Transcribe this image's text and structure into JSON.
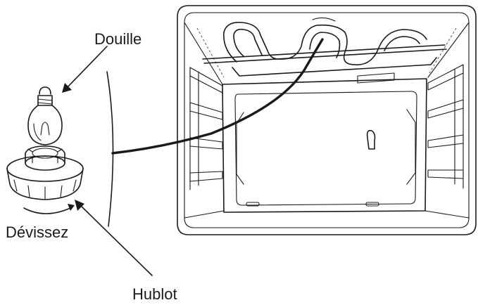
{
  "labels": {
    "socket": "Douille",
    "unscrew": "Dévissez",
    "porthole": "Hublot"
  }
}
